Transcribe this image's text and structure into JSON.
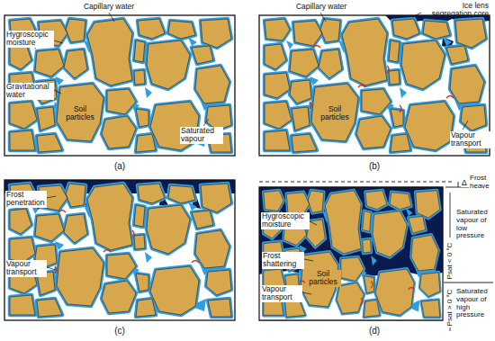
{
  "diagram": {
    "labels": [
      "Capillary water",
      "Hygroscopic moisture",
      "Gravitational water",
      "Soil particles",
      "Saturated vapour",
      "(a)",
      "Capillary water",
      "Ice lens segregation core",
      "Soil particles",
      "Vapour transport",
      "(b)",
      "Frost penetration",
      "Vapour transport",
      "(c)",
      "Hygroscopic moisture",
      "Frost shattering",
      "Vapour transport",
      "Soil particles",
      "Δ",
      "Frost heave",
      "Saturated vapour of low pressure",
      "Psat < 0 °C",
      "Saturated vapour of high pressure",
      "Psat > 0 °C",
      "(d)"
    ]
  }
}
